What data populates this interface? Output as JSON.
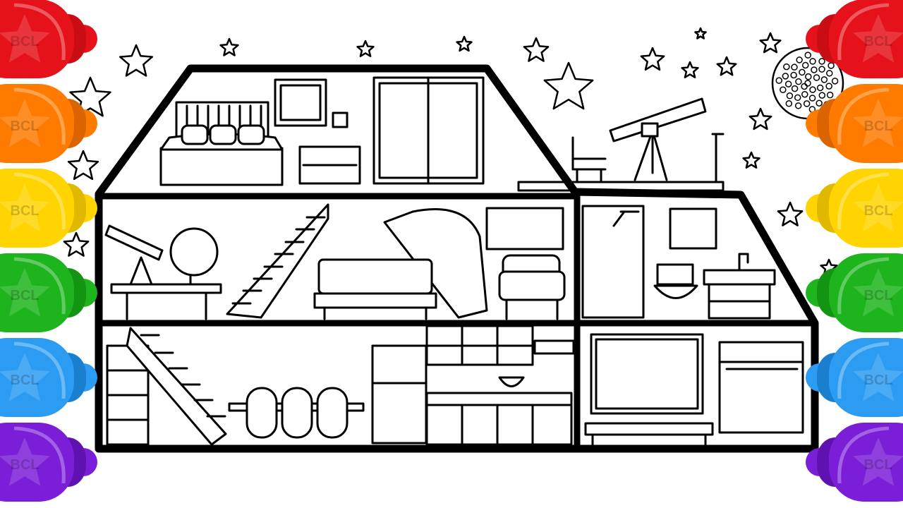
{
  "logo_text": "BCL",
  "markers": {
    "colors": [
      "#e5121b",
      "#ff7b00",
      "#ffd400",
      "#1db41d",
      "#2b9cf2",
      "#7b1ed8"
    ],
    "cap_colors": [
      "#c80d14",
      "#d96400",
      "#e0b800",
      "#139413",
      "#1b7fd0",
      "#5f12b0"
    ]
  },
  "scene": {
    "rooms": [
      "bedroom",
      "roof-terrace",
      "study-living-room",
      "bathroom",
      "dining-kitchen",
      "hallway-closet"
    ]
  }
}
